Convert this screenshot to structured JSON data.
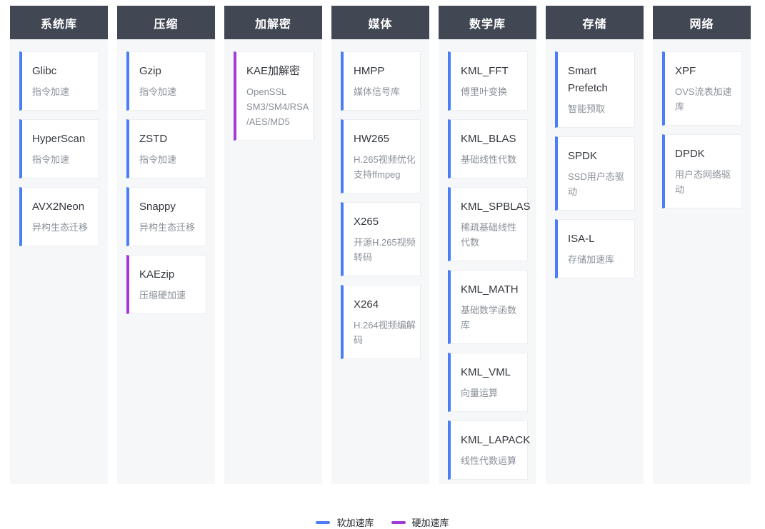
{
  "colors": {
    "soft_accent": "#4a7df8",
    "hard_accent": "#a43ad6",
    "header_bg": "#414854",
    "column_bg": "#f6f7f9"
  },
  "board": {
    "columns": [
      {
        "title": "系统库",
        "items": [
          {
            "name": "Glibc",
            "desc": "指令加速",
            "accel": "soft"
          },
          {
            "name": "HyperScan",
            "desc": "指令加速",
            "accel": "soft"
          },
          {
            "name": "AVX2Neon",
            "desc": "异构生态迁移",
            "accel": "soft"
          }
        ]
      },
      {
        "title": "压缩",
        "items": [
          {
            "name": "Gzip",
            "desc": "指令加速",
            "accel": "soft"
          },
          {
            "name": "ZSTD",
            "desc": "指令加速",
            "accel": "soft"
          },
          {
            "name": "Snappy",
            "desc": "异构生态迁移",
            "accel": "soft"
          },
          {
            "name": "KAEzip",
            "desc": "压缩硬加速",
            "accel": "hard"
          }
        ]
      },
      {
        "title": "加解密",
        "items": [
          {
            "name": "KAE加解密",
            "desc": "OpenSSL SM3/SM4/RSA /AES/MD5",
            "accel": "hard"
          }
        ]
      },
      {
        "title": "媒体",
        "items": [
          {
            "name": "HMPP",
            "desc": "媒体信号库",
            "accel": "soft"
          },
          {
            "name": "HW265",
            "desc": "H.265视频优化 支持ffmpeg",
            "accel": "soft"
          },
          {
            "name": "X265",
            "desc": "开源H.265视频转码",
            "accel": "soft"
          },
          {
            "name": "X264",
            "desc": "H.264视频编解码",
            "accel": "soft"
          }
        ]
      },
      {
        "title": "数学库",
        "items": [
          {
            "name": "KML_FFT",
            "desc": "傅里叶变换",
            "accel": "soft"
          },
          {
            "name": "KML_BLAS",
            "desc": "基础线性代数",
            "accel": "soft"
          },
          {
            "name": "KML_SPBLAS",
            "desc": "稀疏基础线性代数",
            "accel": "soft"
          },
          {
            "name": "KML_MATH",
            "desc": "基础数学函数库",
            "accel": "soft"
          },
          {
            "name": "KML_VML",
            "desc": "向量运算",
            "accel": "soft"
          },
          {
            "name": "KML_LAPACK",
            "desc": "线性代数运算",
            "accel": "soft"
          }
        ]
      },
      {
        "title": "存储",
        "items": [
          {
            "name": "Smart Prefetch",
            "desc": "智能预取",
            "accel": "soft"
          },
          {
            "name": "SPDK",
            "desc": "SSD用户态驱动",
            "accel": "soft"
          },
          {
            "name": "ISA-L",
            "desc": "存储加速库",
            "accel": "soft"
          }
        ]
      },
      {
        "title": "网络",
        "items": [
          {
            "name": "XPF",
            "desc": "OVS流表加速库",
            "accel": "soft"
          },
          {
            "name": "DPDK",
            "desc": "用户态网络驱动",
            "accel": "soft"
          }
        ]
      }
    ]
  },
  "legend": {
    "items": [
      {
        "label": "软加速库",
        "type": "soft",
        "color": "#4a7df8"
      },
      {
        "label": "硬加速库",
        "type": "hard",
        "color": "#a43ad6"
      }
    ]
  }
}
